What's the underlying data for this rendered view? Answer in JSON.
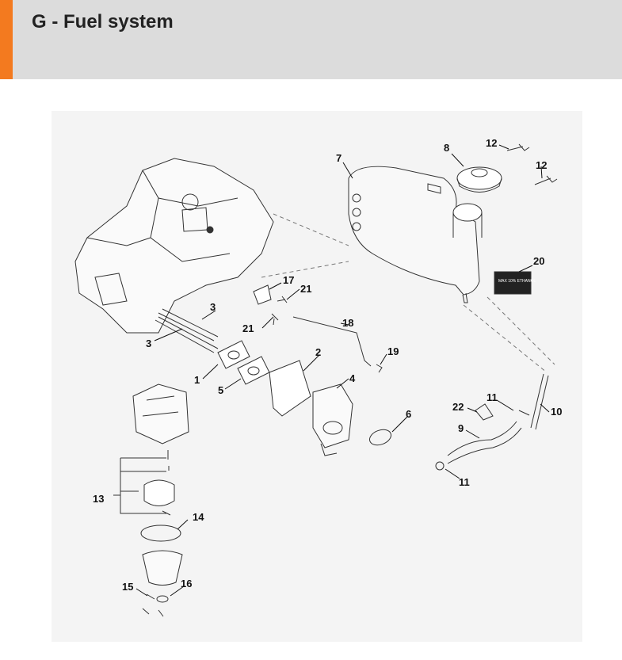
{
  "header": {
    "title": "G - Fuel system"
  },
  "label_decal": {
    "text": "MAX 10% ETHANOL"
  },
  "callouts": [
    {
      "id": "c1",
      "text": "1"
    },
    {
      "id": "c2",
      "text": "2"
    },
    {
      "id": "c3a",
      "text": "3"
    },
    {
      "id": "c3b",
      "text": "3"
    },
    {
      "id": "c4",
      "text": "4"
    },
    {
      "id": "c5",
      "text": "5"
    },
    {
      "id": "c6",
      "text": "6"
    },
    {
      "id": "c7",
      "text": "7"
    },
    {
      "id": "c8",
      "text": "8"
    },
    {
      "id": "c9",
      "text": "9"
    },
    {
      "id": "c10",
      "text": "10"
    },
    {
      "id": "c11a",
      "text": "11"
    },
    {
      "id": "c11b",
      "text": "11"
    },
    {
      "id": "c12a",
      "text": "12"
    },
    {
      "id": "c12b",
      "text": "12"
    },
    {
      "id": "c13",
      "text": "13"
    },
    {
      "id": "c14",
      "text": "14"
    },
    {
      "id": "c15",
      "text": "15"
    },
    {
      "id": "c16",
      "text": "16"
    },
    {
      "id": "c17",
      "text": "17"
    },
    {
      "id": "c18",
      "text": "18"
    },
    {
      "id": "c19",
      "text": "19"
    },
    {
      "id": "c20",
      "text": "20"
    },
    {
      "id": "c21a",
      "text": "21"
    },
    {
      "id": "c21b",
      "text": "21"
    },
    {
      "id": "c22",
      "text": "22"
    }
  ],
  "colors": {
    "accent": "#f37a1f",
    "header_bg": "#dcdcdc",
    "diagram_bg": "#f4f4f4"
  }
}
